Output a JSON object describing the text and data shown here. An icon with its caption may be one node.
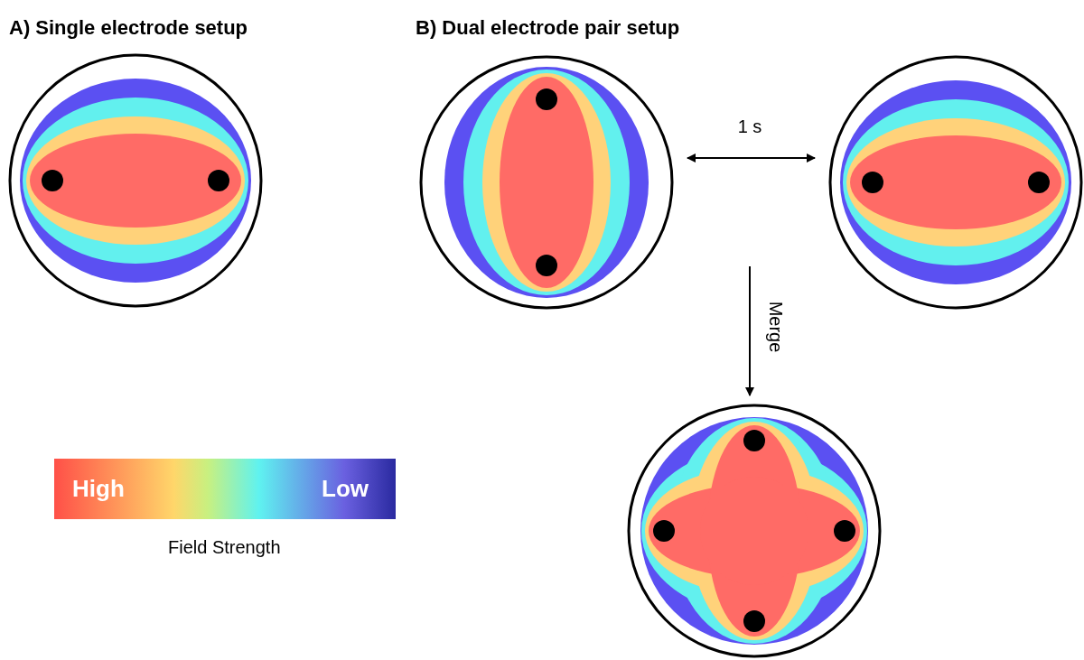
{
  "diagram": {
    "nodes": [
      {
        "text": [],
        "shape": "circle"
      },
      {
        "text": [],
        "shape": "circle"
      },
      {
        "text": [],
        "shape": "circle"
      },
      {
        "text": [],
        "shape": "circle"
      }
    ],
    "edges": [
      {
        "from": 1,
        "to": 2,
        "arrow": "both",
        "label": "1 s"
      },
      {
        "from": null,
        "to": 3,
        "arrow": "to",
        "label": "Merge"
      }
    ],
    "labels": [
      "A) Single electrode setup",
      "B) Dual electrode pair setup",
      "High",
      "Low",
      "Field Strength"
    ]
  }
}
